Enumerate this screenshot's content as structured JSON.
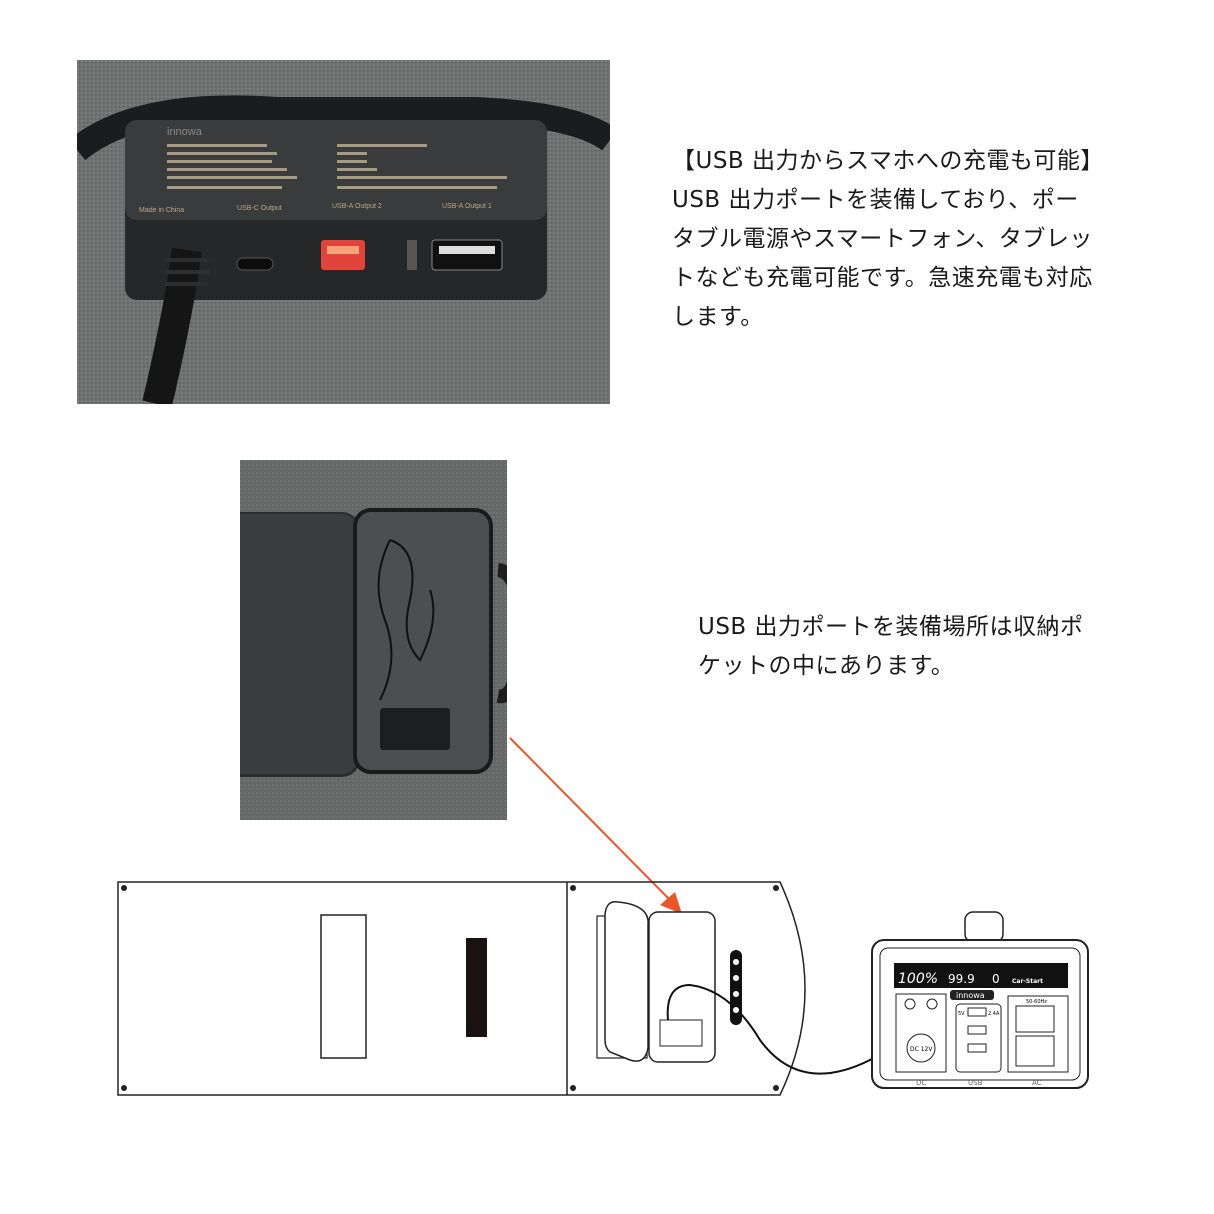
{
  "section1": {
    "lines": [
      "【USB 出力からスマホへの充電も可能】",
      "USB 出力ポートを装備しており、ポー",
      "タブル電源やスマートフォン、タブレッ",
      "トなども充電可能です。急速充電も対応",
      "します。"
    ],
    "device_label": {
      "brand": "innowa",
      "port_c": "USB-C Output",
      "port_a2": "USB-A Output 2",
      "port_a1": "USB-A Output 1",
      "made_in": "Made in China"
    }
  },
  "section2": {
    "lines": [
      "USB 出力ポートを装備場所は収納ポ",
      "ケットの中にあります。"
    ]
  },
  "power_station": {
    "brand": "innowa",
    "battery": "100%",
    "time": "99.9",
    "watts": "0",
    "mode": "Car-Start",
    "dc_socket": "DC 12V",
    "usb_v": "5V",
    "usb_a": "2.4A",
    "freq": "50-60Hz",
    "sections": [
      "DC",
      "USB",
      "AC"
    ]
  },
  "colors": {
    "arrow": "#e8572a",
    "fabric": "#6d706f",
    "device": "#262729",
    "usb_red": "#e0443a"
  }
}
